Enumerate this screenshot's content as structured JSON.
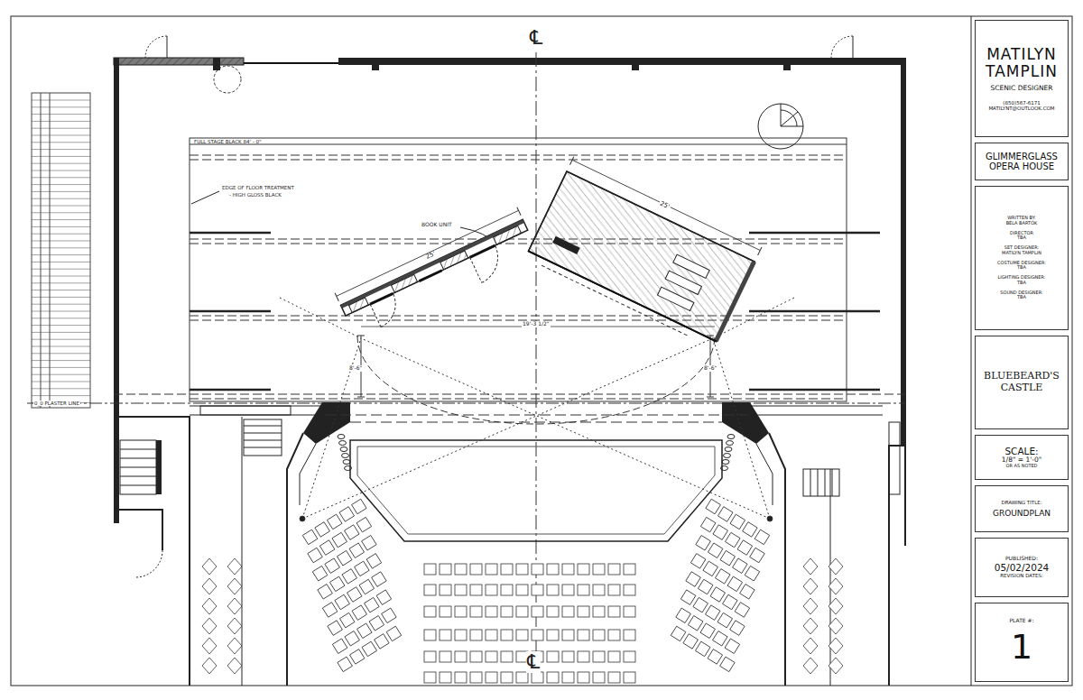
{
  "diagram": {
    "nodes": [
      {
        "text": [
          "MATILYN TAMPLIN",
          "SCENIC DESIGNER",
          "(850)567-6171",
          "MATILYNT@OUTLOOK.COM"
        ]
      },
      {
        "text": [
          "GLIMMERGLASS OPERA HOUSE"
        ]
      },
      {
        "text": [
          "WRITTEN BY:",
          "BÉLA BARTÓK",
          "DIRECTOR",
          "TBA",
          "SET DESIGNER:",
          "MATILYN TAMPLIN",
          "COSTUME DESIGNER:",
          "TBA",
          "LIGHTING DESIGNER:",
          "TBA",
          "SOUND DESIGNER:",
          "TBA"
        ]
      },
      {
        "text": [
          "BLUEBEARD'S CASTLE"
        ]
      },
      {
        "text": [
          "SCALE:",
          "1/8\" = 1'-0\"",
          "OR AS NOTED"
        ]
      },
      {
        "text": [
          "DRAWING TITLE:",
          "GROUNDPLAN"
        ]
      },
      {
        "text": [
          "PUBLISHED:",
          "05/02/2024",
          "REVISION DATES:"
        ]
      },
      {
        "text": [
          "PLATE #:",
          "1"
        ]
      }
    ],
    "labels": [
      "℄",
      "℄",
      "FULL STAGE BLACK 84' - 0\"",
      "EDGE OF FLOOR TREATMENT",
      "- HIGH GLOSS BLACK",
      "BOOK UNIT",
      "25'",
      "25'",
      "19'-3 1/2\"",
      "8'-6\"",
      "8'-6\"",
      "0_0 PLASTER LINE"
    ]
  }
}
